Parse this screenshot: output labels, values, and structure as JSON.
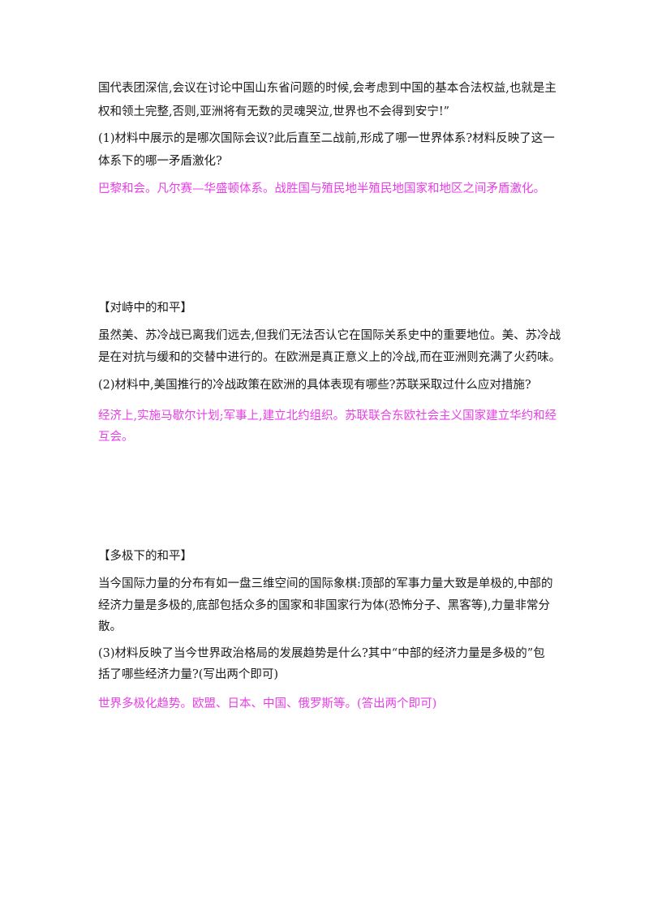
{
  "sections": [
    {
      "material_lines": [
        "国代表团深信,会议在讨论中国山东省问题的时候,会考虑到中国的基本合法权益,也就是主",
        "权和领土完整,否则,亚洲将有无数的灵魂哭泣,世界也不会得到安宁!”"
      ],
      "question_lines": [
        "(1)材料中展示的是哪次国际会议?此后直至二战前,形成了哪一世界体系?材料反映了这一",
        "体系下的哪一矛盾激化?"
      ],
      "answer_lines": [
        "巴黎和会。凡尔赛—华盛顿体系。战胜国与殖民地半殖民地国家和地区之间矛盾激化。"
      ]
    },
    {
      "heading": "【对峙中的和平】",
      "material_lines": [
        "虽然美、苏冷战已离我们远去,但我们无法否认它在国际关系史中的重要地位。美、苏冷战",
        "是在对抗与缓和的交替中进行的。在欧洲是真正意义上的冷战,而在亚洲则充满了火药味。"
      ],
      "question_lines": [
        "(2)材料中,美国推行的冷战政策在欧洲的具体表现有哪些?苏联采取过什么应对措施?"
      ],
      "answer_lines": [
        "经济上,实施马歇尔计划;军事上,建立北约组织。苏联联合东欧社会主义国家建立华约和经",
        "互会。"
      ]
    },
    {
      "heading": "【多极下的和平】",
      "material_lines": [
        "当今国际力量的分布有如一盘三维空间的国际象棋:顶部的军事力量大致是单极的,中部的",
        "经济力量是多极的,底部包括众多的国家和非国家行为体(恐怖分子、黑客等),力量非常分",
        "散。"
      ],
      "question_lines": [
        "(3)材料反映了当今世界政治格局的发展趋势是什么?其中“中部的经济力量是多极的”包",
        "括了哪些经济力量?(写出两个即可)"
      ],
      "answer_lines": [
        "世界多极化趋势。欧盟、日本、中国、俄罗斯等。(答出两个即可)"
      ]
    }
  ],
  "colors": {
    "text": "#1a1a1a",
    "answer": "#e83ee8",
    "background": "#ffffff"
  }
}
